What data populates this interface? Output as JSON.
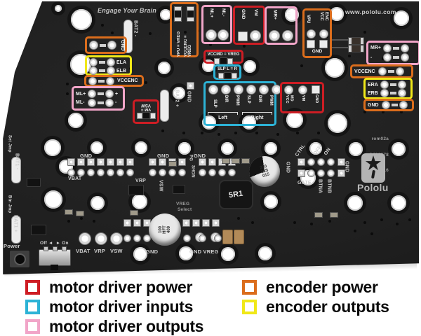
{
  "legend": {
    "items": [
      {
        "label": "motor driver power",
        "color": "#ce1d24"
      },
      {
        "label": "motor driver inputs",
        "color": "#2db3d6"
      },
      {
        "label": "motor driver outputs",
        "color": "#f1a5c8"
      },
      {
        "label": "encoder power",
        "color": "#db6d1c"
      },
      {
        "label": "encoder outputs",
        "color": "#f0e818"
      }
    ]
  },
  "board": {
    "slogan": "Engage Your Brain",
    "website": "www.pololu.com",
    "logo_text": "Pololu",
    "logo_star": "★",
    "pcb_id": {
      "line1": "rom02a",
      "line2": "GJ10078",
      "line3": "©2016"
    },
    "colors": {
      "red": "#ce1d24",
      "cyan": "#2db3d6",
      "pink": "#f1a5c8",
      "orange": "#db6d1c",
      "yellow": "#f0e818"
    },
    "silkscreen": {
      "bat2_minus": "BAT2 -",
      "bat2_plus": "BAT2 +",
      "bat2_gnd": "GND",
      "set_jmp": "Set Jmp",
      "bat1_minus": "BAT1 -",
      "btn_jmp": "Btn Jmp",
      "bat1_plus": "BAT1 +",
      "gnd_a": "GND",
      "gnd_b": "GND",
      "gnd_c": "GND",
      "vbat": "VBAT",
      "vrp": "VRP",
      "vsw": "VSW",
      "pg": "PG",
      "shdn": "SHDN",
      "vreg": "VREG",
      "select": "Select",
      "gnd_ctrl_left": "GND",
      "ctrl": "CTRL",
      "off": "OFF",
      "on": "ON",
      "gnd_ctrl_right": "GND",
      "gate": "GATE",
      "btna": "BTNA",
      "btnb": "BTNB",
      "power": "Power",
      "off_on": "Off ◄  ► On",
      "vbat2": "VBAT",
      "vrp2": "VRP",
      "vsw2": "VSW",
      "gnd_bottom": "GND",
      "gnd_vreg": "GND VREG"
    },
    "components": {
      "inductor": "5R1",
      "cap_a": "220\n16S\n015",
      "cap_b": "100\nHFT\n409"
    },
    "annotations": {
      "gnd_tl": {
        "category": "encoder power",
        "label": "GND"
      },
      "enc_left": {
        "category": "encoder outputs",
        "rows": [
          "ELA",
          "ELB"
        ]
      },
      "vccenc_left": {
        "category": "encoder power",
        "label": "VCCENC"
      },
      "ml_left": {
        "category": "motor driver outputs",
        "rows": [
          "ML+",
          "ML-"
        ],
        "signs": [
          "+",
          "-"
        ]
      },
      "vm_vsw": {
        "category": "motor driver power",
        "label": "VM =\nVSW"
      },
      "vreg_jumpers": {
        "category": "encoder power",
        "lines": [
          "VPU = VREG",
          "VCCENC = VREG"
        ]
      },
      "ml_top": {
        "category": "motor driver outputs",
        "cols": [
          "ML+",
          "ML-"
        ]
      },
      "gnd_vm_top": {
        "category": "motor driver power",
        "cols": [
          "GND",
          "VM"
        ]
      },
      "mr_top": {
        "category": "motor driver outputs",
        "cols": [
          "MR+",
          "MR-"
        ]
      },
      "enc_top_right": {
        "category": "encoder power",
        "vpu": "VPU",
        "vcc": "VCC",
        "enc": "ENC",
        "gnd": "GND"
      },
      "vccmd_jumper": {
        "category": "motor driver power",
        "label": "VCCMD = VREG"
      },
      "slp_jumper": {
        "category": "motor driver inputs",
        "label": "SLP L = R"
      },
      "driver_inputs": {
        "category": "motor driver inputs",
        "pins": [
          "SLP",
          "DIR",
          "PWM",
          "SLP",
          "DIR",
          "PWM"
        ],
        "groups": [
          "Left",
          "Right"
        ]
      },
      "vccmd_vm_gnd": {
        "category": "motor driver power",
        "col1a": "VCC",
        "col1b": "MD",
        "col2": "VM",
        "col3": "GND"
      },
      "mr_right": {
        "category": "motor driver outputs",
        "rows": [
          "MR+",
          "-"
        ]
      },
      "vccenc_right": {
        "category": "encoder power",
        "label": "VCCENC"
      },
      "enc_right": {
        "category": "encoder outputs",
        "rows": [
          "ERA",
          "ERB"
        ]
      },
      "gnd_right": {
        "category": "encoder power",
        "label": "GND"
      }
    }
  }
}
